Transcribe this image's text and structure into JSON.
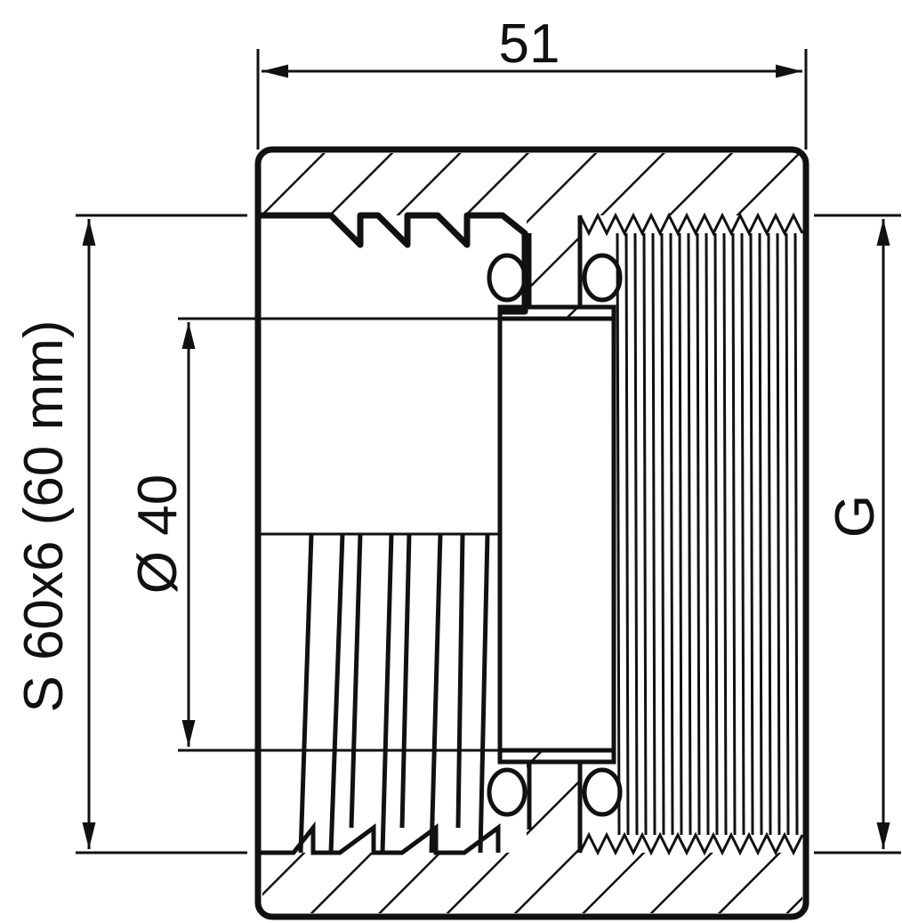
{
  "drawing": {
    "width_dim": "51",
    "outer_thread_dim": "S 60x6 (60 mm)",
    "bore_dim": "Ø 40",
    "inner_thread_dim": "G",
    "line_color": "#111111",
    "background": "#ffffff"
  }
}
